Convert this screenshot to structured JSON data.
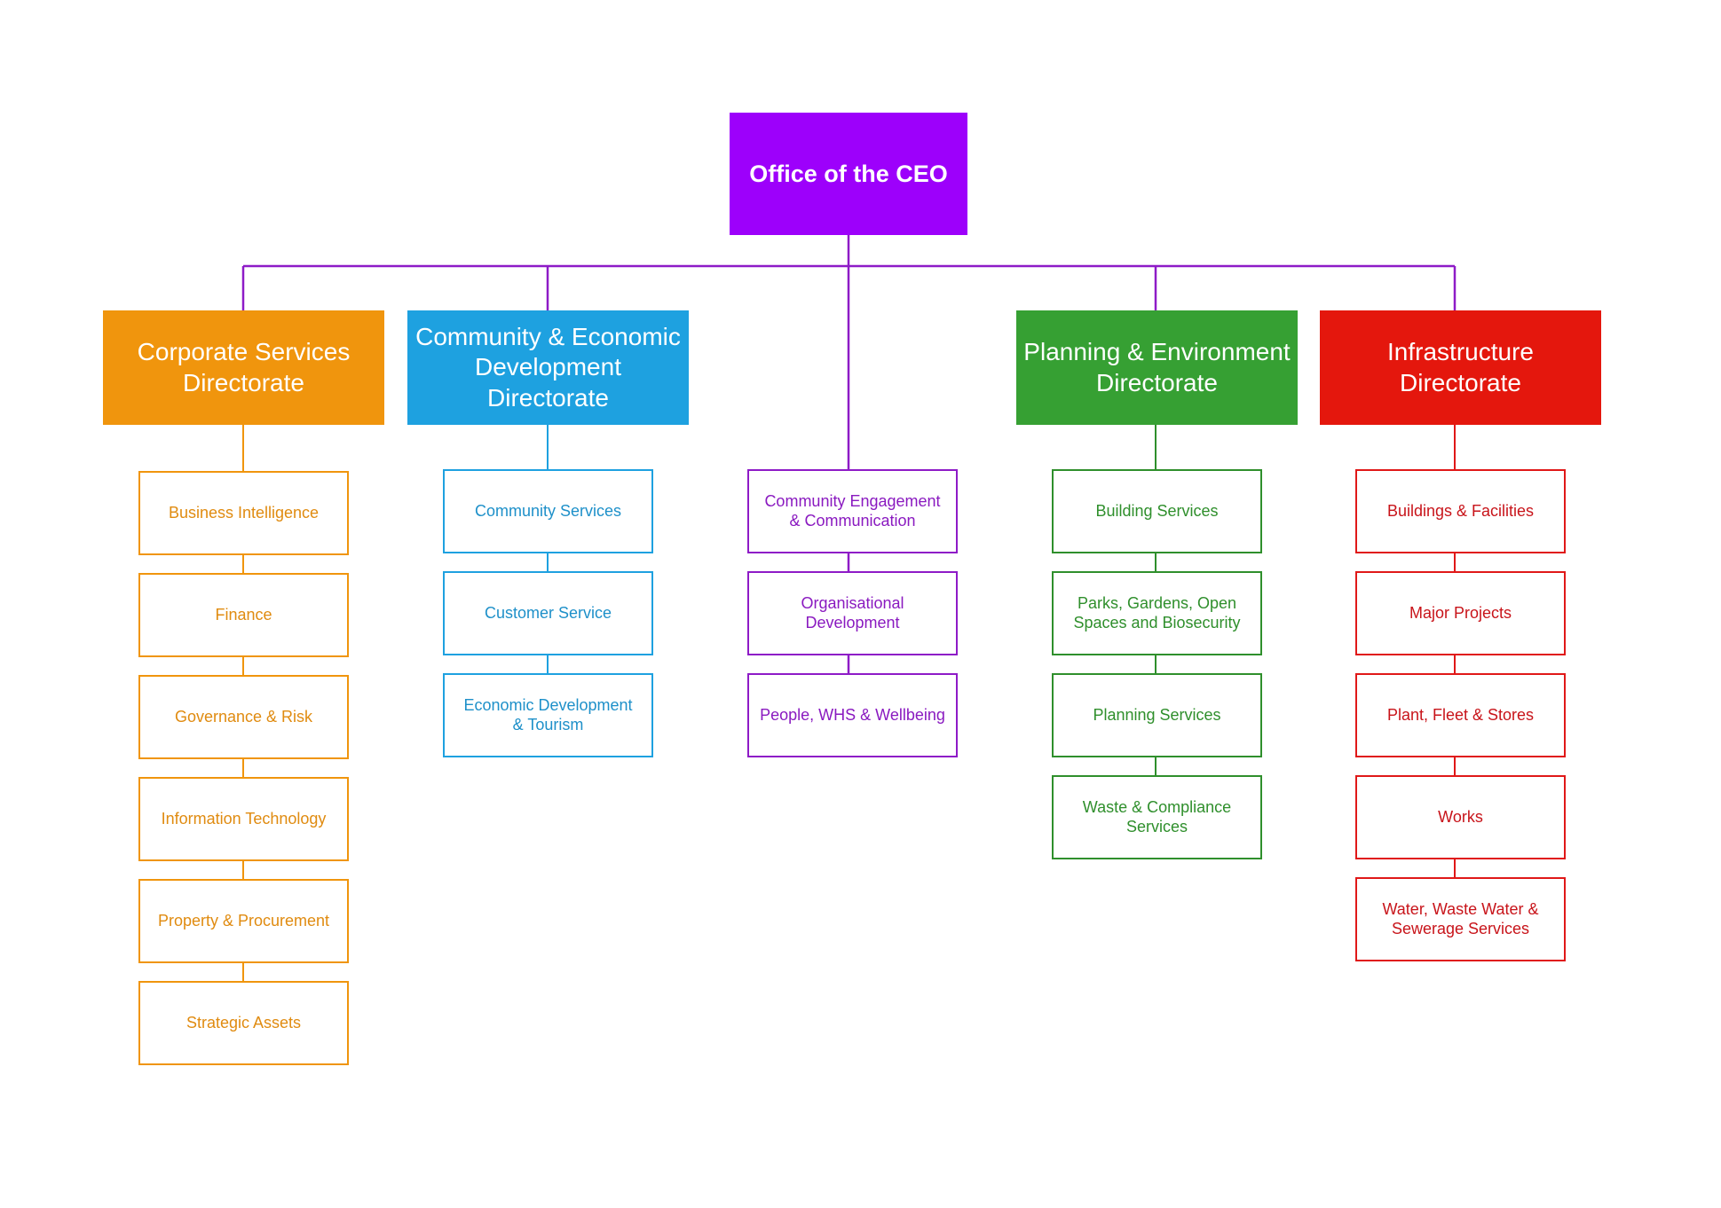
{
  "colors": {
    "ceo": "#9d00fb",
    "corporate": "#f0950d",
    "community": "#1ea1e0",
    "ceo_units": "#8e1bc7",
    "planning": "#36a033",
    "infrastructure": "#e4170d",
    "corporate_text": "#e08b10",
    "community_text": "#1e90c9",
    "planning_text": "#2f8f2c",
    "infrastructure_text": "#c8141a",
    "ceo_units_text": "#8a1ac0",
    "unit_border_planning": "#2f8f2c",
    "unit_border_infrastructure": "#e01818"
  },
  "ceo": {
    "label": "Office of the CEO"
  },
  "directorates": {
    "corporate": {
      "label": "Corporate Services\nDirectorate",
      "units": [
        "Business Intelligence",
        "Finance",
        "Governance & Risk",
        "Information Technology",
        "Property & Procurement",
        "Strategic Assets"
      ]
    },
    "community": {
      "label": "Community & Economic\nDevelopment Directorate",
      "units": [
        "Community Services",
        "Customer Service",
        "Economic Development\n& Tourism"
      ]
    },
    "ceo_units": {
      "units": [
        "Community Engagement\n& Communication",
        "Organisational\nDevelopment",
        "People, WHS & Wellbeing"
      ]
    },
    "planning": {
      "label": "Planning & Environment\nDirectorate",
      "units": [
        "Building Services",
        "Parks, Gardens, Open\nSpaces and Biosecurity",
        "Planning Services",
        "Waste & Compliance\nServices"
      ]
    },
    "infrastructure": {
      "label": "Infrastructure\nDirectorate",
      "units": [
        "Buildings & Facilities",
        "Major Projects",
        "Plant, Fleet & Stores",
        "Works",
        "Water, Waste Water &\nSewerage Services"
      ]
    }
  }
}
